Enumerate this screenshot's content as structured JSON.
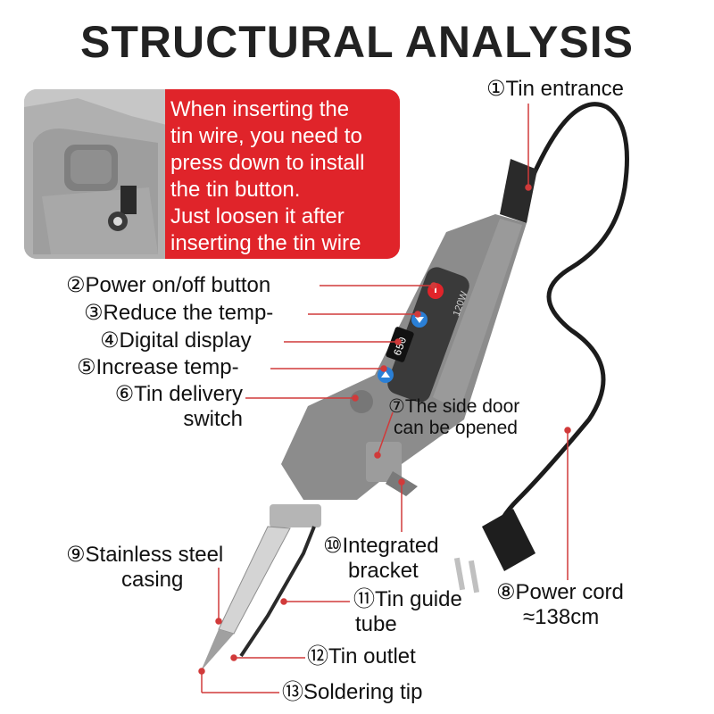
{
  "title": "STRUCTURAL ANALYSIS",
  "callout": {
    "lines": [
      "When inserting the",
      "tin wire, you need to",
      "press down to install",
      "the tin button.",
      "Just loosen it after",
      "inserting the tin wire"
    ]
  },
  "labels": {
    "tin_entrance": "①Tin entrance",
    "power_button": "②Power on/off button",
    "reduce_temp": "③Reduce the temp-",
    "digital_display": "④Digital display",
    "increase_temp": "⑤Increase temp-",
    "tin_delivery_1": "⑥Tin delivery",
    "tin_delivery_2": "switch",
    "side_door_1": "⑦The side door",
    "side_door_2": "can be opened",
    "power_cord_1": "⑧Power cord",
    "power_cord_2": "≈138cm",
    "casing_1": "⑨Stainless steel",
    "casing_2": "casing",
    "bracket_1": "⑩Integrated",
    "bracket_2": "bracket",
    "guide_tube_1": "⑪Tin guide",
    "guide_tube_2": "tube",
    "tin_outlet": "⑫Tin outlet",
    "soldering_tip": "⑬Soldering tip"
  },
  "device": {
    "display_value": "650",
    "wattage": "120W"
  },
  "colors": {
    "accent_red": "#e0242a",
    "body_gray": "#8c8c8c",
    "display_blue": "#2a7fd6"
  },
  "icons": [
    "power-icon",
    "down-arrow-icon",
    "up-arrow-icon"
  ]
}
